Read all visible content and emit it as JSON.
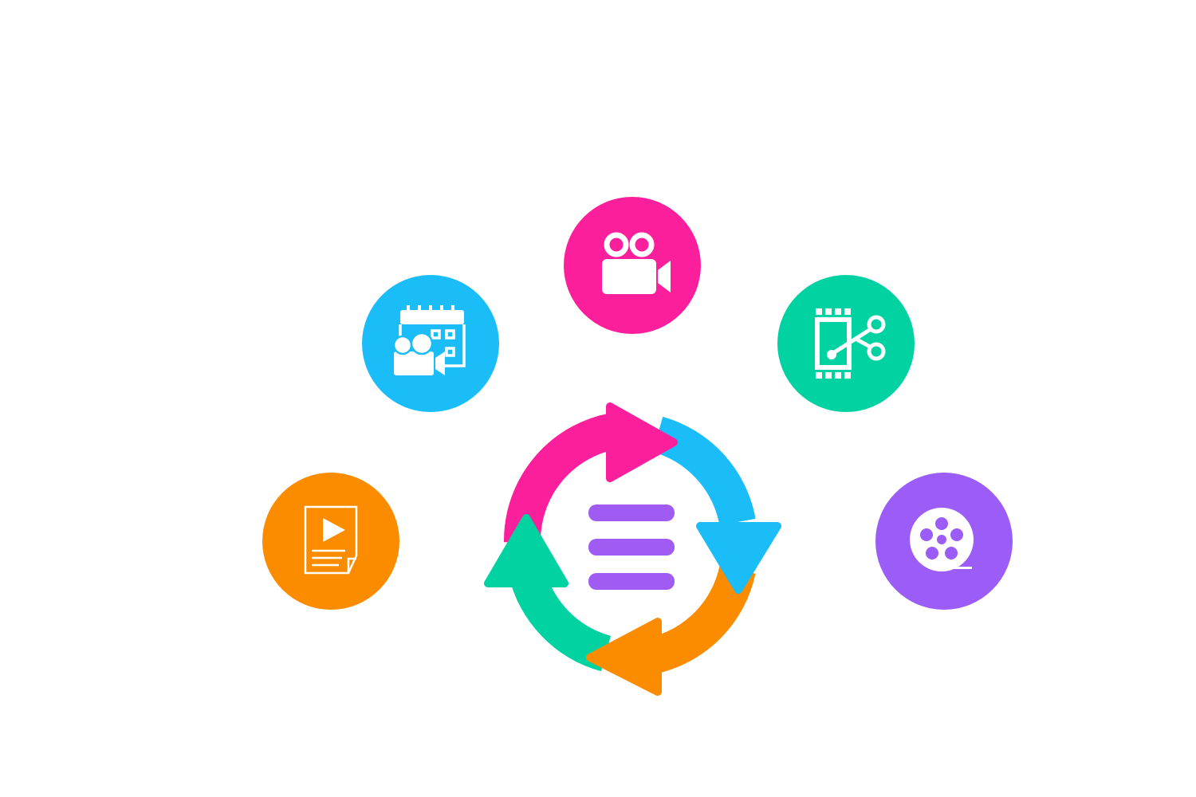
{
  "diagram": {
    "nodes": [
      {
        "id": "node-script",
        "icon": "script-play-document-icon",
        "color": "#fb8c00"
      },
      {
        "id": "node-schedule",
        "icon": "shooting-schedule-calendar-icon",
        "color": "#1bbdf9"
      },
      {
        "id": "node-camera",
        "icon": "movie-camera-icon",
        "color": "#fc1f9b"
      },
      {
        "id": "node-edit",
        "icon": "film-cut-scissors-icon",
        "color": "#00d2a2"
      },
      {
        "id": "node-reel",
        "icon": "film-reel-icon",
        "color": "#9b5cf7"
      }
    ],
    "cycle": {
      "icon": "hamburger-menu-icon",
      "arrow_colors": [
        "#fc1f9b",
        "#1bbdf9",
        "#fb8c00",
        "#00d2a2"
      ],
      "menu_color": "#a05cf2"
    }
  }
}
